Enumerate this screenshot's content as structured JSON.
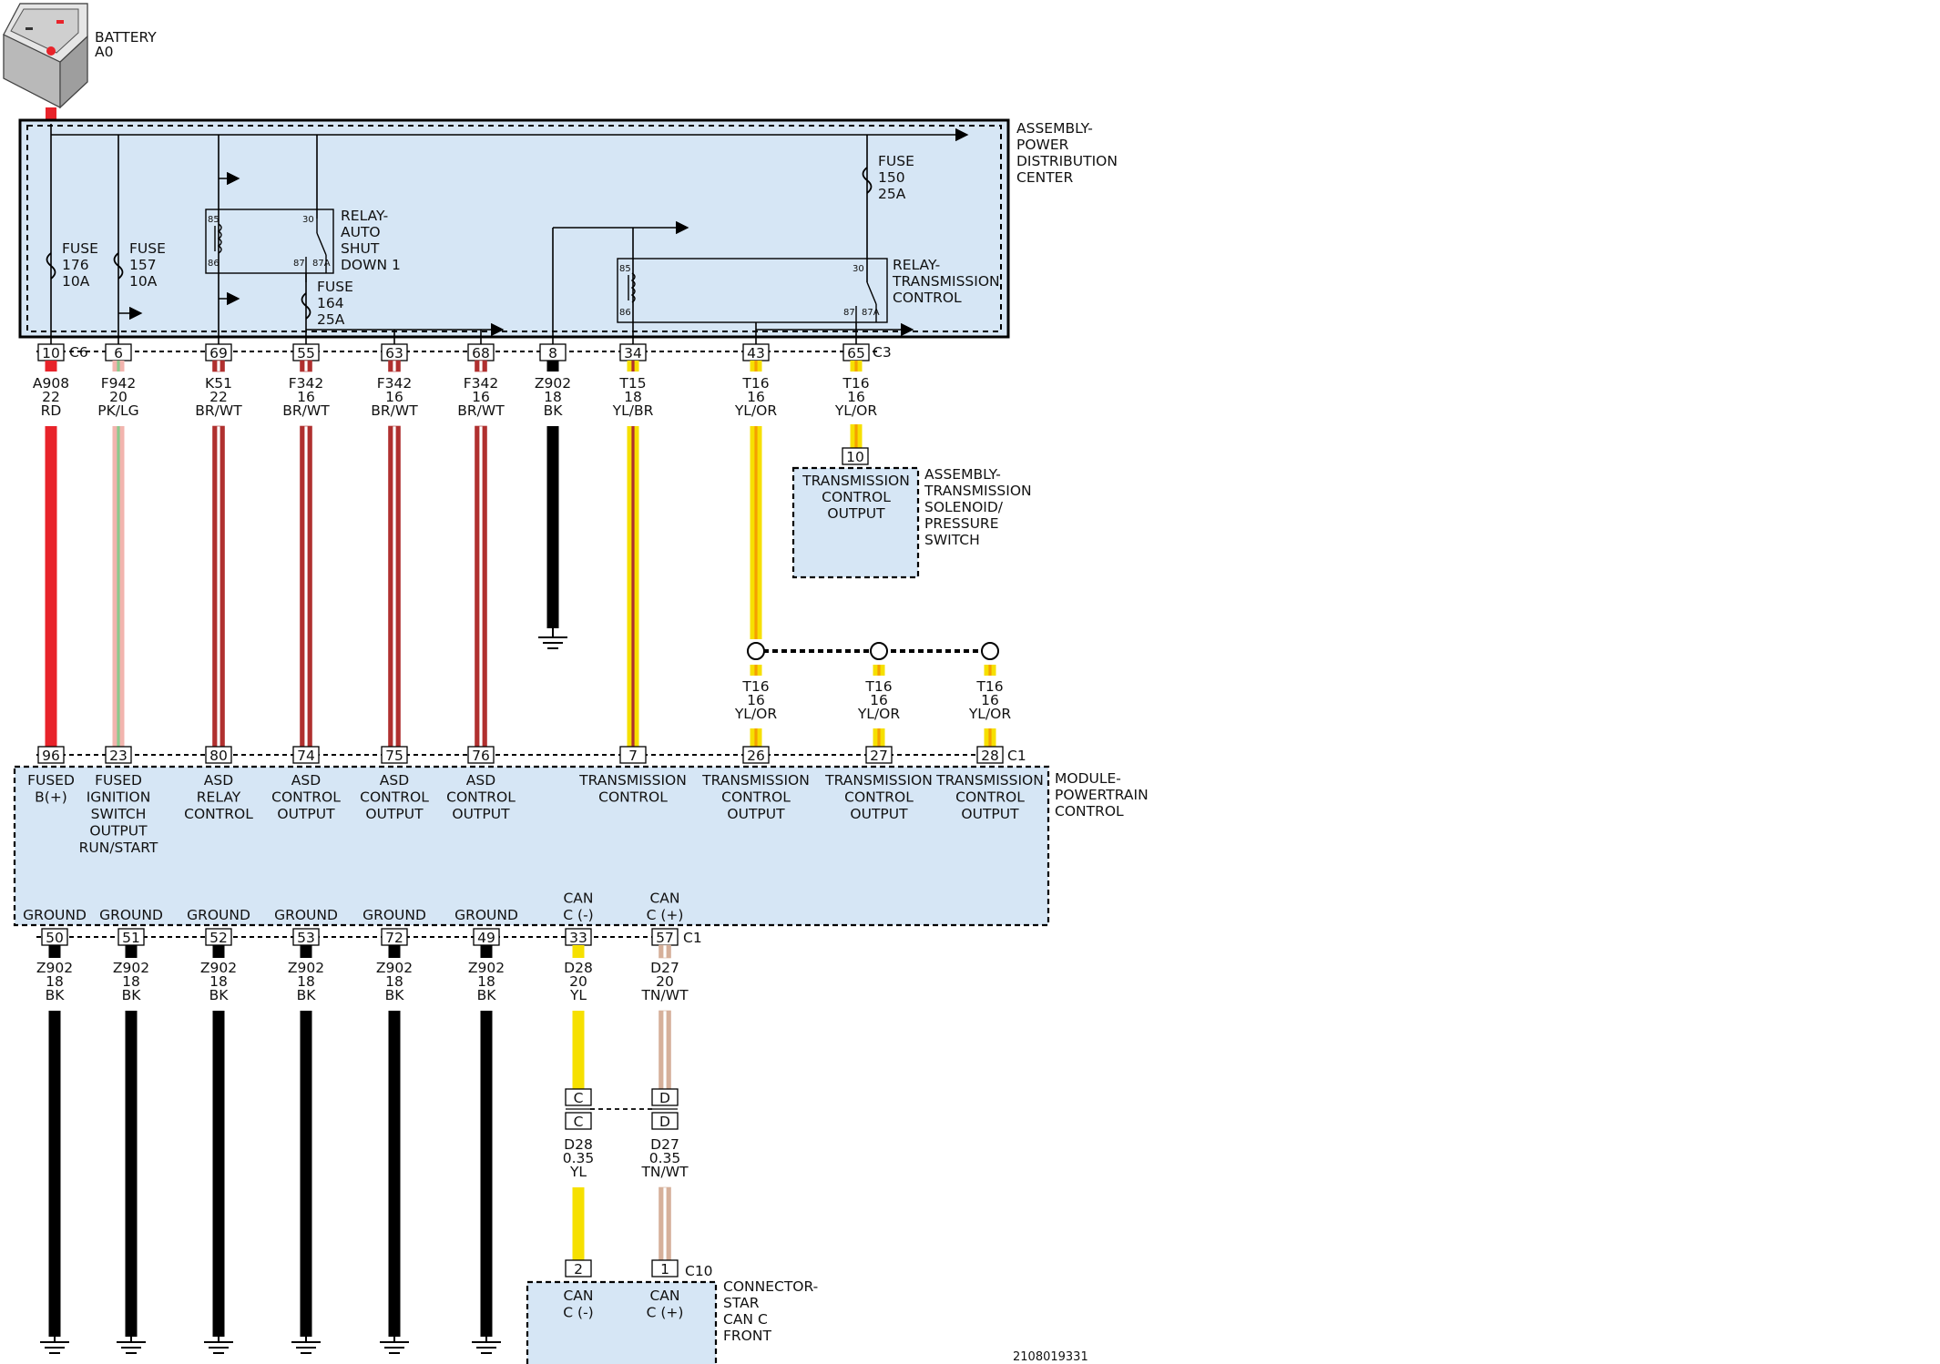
{
  "battery": {
    "label": "BATTERY",
    "id": "A0"
  },
  "pdc": {
    "label": [
      "ASSEMBLY-",
      "POWER",
      "DISTRIBUTION",
      "CENTER"
    ],
    "fill": "#d6e6f5",
    "connectors": {
      "left": "C6",
      "right": "C3"
    },
    "fuses": [
      {
        "lines": [
          "FUSE",
          "176",
          "10A"
        ]
      },
      {
        "lines": [
          "FUSE",
          "157",
          "10A"
        ]
      },
      {
        "lines": [
          "FUSE",
          "164",
          "25A"
        ]
      },
      {
        "lines": [
          "FUSE",
          "150",
          "25A"
        ]
      }
    ],
    "relays": [
      {
        "lines": [
          "RELAY-",
          "AUTO",
          "SHUT",
          "DOWN 1"
        ],
        "pins": [
          "85",
          "86",
          "30",
          "87",
          "87A"
        ]
      },
      {
        "lines": [
          "RELAY-",
          "TRANSMISSION",
          "CONTROL"
        ],
        "pins": [
          "85",
          "86",
          "30",
          "87",
          "87A"
        ]
      }
    ]
  },
  "upper_wires": [
    {
      "pin": "10",
      "circuit": "A908",
      "gauge": "22",
      "color": "RD"
    },
    {
      "pin": "6",
      "circuit": "F942",
      "gauge": "20",
      "color": "PK/LG"
    },
    {
      "pin": "69",
      "circuit": "K51",
      "gauge": "22",
      "color": "BR/WT"
    },
    {
      "pin": "55",
      "circuit": "F342",
      "gauge": "16",
      "color": "BR/WT"
    },
    {
      "pin": "63",
      "circuit": "F342",
      "gauge": "16",
      "color": "BR/WT"
    },
    {
      "pin": "68",
      "circuit": "F342",
      "gauge": "16",
      "color": "BR/WT"
    },
    {
      "pin": "8",
      "circuit": "Z902",
      "gauge": "18",
      "color": "BK"
    },
    {
      "pin": "34",
      "circuit": "T15",
      "gauge": "18",
      "color": "YL/BR"
    },
    {
      "pin": "43",
      "circuit": "T16",
      "gauge": "16",
      "color": "YL/OR"
    },
    {
      "pin": "65",
      "circuit": "T16",
      "gauge": "16",
      "color": "YL/OR"
    }
  ],
  "solenoid": {
    "label": [
      "ASSEMBLY-",
      "TRANSMISSION",
      "SOLENOID/",
      "PRESSURE",
      "SWITCH"
    ],
    "pin": "10",
    "text": [
      "TRANSMISSION",
      "CONTROL",
      "OUTPUT"
    ]
  },
  "splice_wires": [
    {
      "circuit": "T16",
      "gauge": "16",
      "color": "YL/OR"
    },
    {
      "circuit": "T16",
      "gauge": "16",
      "color": "YL/OR"
    },
    {
      "circuit": "T16",
      "gauge": "16",
      "color": "YL/OR"
    }
  ],
  "pcm": {
    "label": [
      "MODULE-",
      "POWERTRAIN",
      "CONTROL"
    ],
    "connector": "C1",
    "connector_bottom": "C1",
    "top_pins": [
      {
        "pin": "96",
        "text": [
          "FUSED",
          "B(+)"
        ]
      },
      {
        "pin": "23",
        "text": [
          "FUSED",
          "IGNITION",
          "SWITCH",
          "OUTPUT",
          "RUN/START"
        ]
      },
      {
        "pin": "80",
        "text": [
          "ASD",
          "RELAY",
          "CONTROL"
        ]
      },
      {
        "pin": "74",
        "text": [
          "ASD",
          "CONTROL",
          "OUTPUT"
        ]
      },
      {
        "pin": "75",
        "text": [
          "ASD",
          "CONTROL",
          "OUTPUT"
        ]
      },
      {
        "pin": "76",
        "text": [
          "ASD",
          "CONTROL",
          "OUTPUT"
        ]
      },
      {
        "pin": "7",
        "text": [
          "TRANSMISSION",
          "CONTROL"
        ]
      },
      {
        "pin": "26",
        "text": [
          "TRANSMISSION",
          "CONTROL",
          "OUTPUT"
        ]
      },
      {
        "pin": "27",
        "text": [
          "TRANSMISSION",
          "CONTROL",
          "OUTPUT"
        ]
      },
      {
        "pin": "28",
        "text": [
          "TRANSMISSION",
          "CONTROL",
          "OUTPUT"
        ]
      }
    ],
    "bottom_pins": [
      {
        "pin": "50",
        "text": [
          "GROUND"
        ]
      },
      {
        "pin": "51",
        "text": [
          "GROUND"
        ]
      },
      {
        "pin": "52",
        "text": [
          "GROUND"
        ]
      },
      {
        "pin": "53",
        "text": [
          "GROUND"
        ]
      },
      {
        "pin": "72",
        "text": [
          "GROUND"
        ]
      },
      {
        "pin": "49",
        "text": [
          "GROUND"
        ]
      },
      {
        "pin": "33",
        "text": [
          "CAN",
          "C (-)"
        ]
      },
      {
        "pin": "57",
        "text": [
          "CAN",
          "C (+)"
        ]
      }
    ]
  },
  "lower_wires": [
    {
      "circuit": "Z902",
      "gauge": "18",
      "color": "BK"
    },
    {
      "circuit": "Z902",
      "gauge": "18",
      "color": "BK"
    },
    {
      "circuit": "Z902",
      "gauge": "18",
      "color": "BK"
    },
    {
      "circuit": "Z902",
      "gauge": "18",
      "color": "BK"
    },
    {
      "circuit": "Z902",
      "gauge": "18",
      "color": "BK"
    },
    {
      "circuit": "Z902",
      "gauge": "18",
      "color": "BK"
    },
    {
      "circuit": "D28",
      "gauge": "20",
      "color": "YL"
    },
    {
      "circuit": "D27",
      "gauge": "20",
      "color": "TN/WT"
    }
  ],
  "inline_connector": {
    "pins": [
      "C",
      "D"
    ]
  },
  "can_wires": [
    {
      "circuit": "D28",
      "gauge": "0.35",
      "color": "YL"
    },
    {
      "circuit": "D27",
      "gauge": "0.35",
      "color": "TN/WT"
    }
  ],
  "star": {
    "label": [
      "CONNECTOR-",
      "STAR",
      "CAN C",
      "FRONT"
    ],
    "connector": "C10",
    "pins": [
      {
        "pin": "2",
        "text": [
          "CAN",
          "C (-)"
        ]
      },
      {
        "pin": "1",
        "text": [
          "CAN",
          "C (+)"
        ]
      }
    ]
  },
  "drawing_number": "2108019331",
  "wire_colors": {
    "RD": "#e8232a",
    "PK": "#f2b4ae",
    "LG": "#8cc98c",
    "BR": "#b0302f",
    "WT": "#ffffff",
    "BK": "#000000",
    "YL": "#f6e000",
    "OR": "#f5a000",
    "TN": "#d6b09a"
  }
}
